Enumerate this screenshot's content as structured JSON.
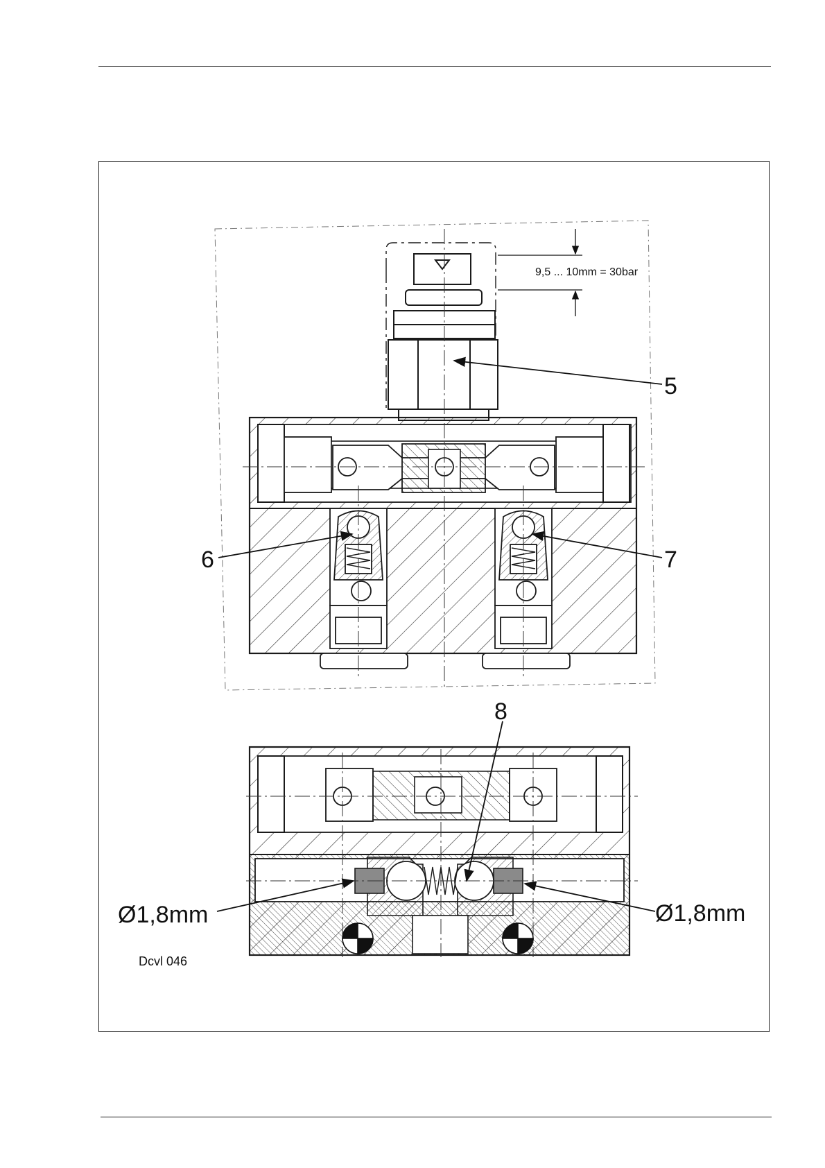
{
  "labels": {
    "dimension": "9,5 ... 10mm = 30bar",
    "item_5": "5",
    "item_6": "6",
    "item_7": "7",
    "item_8": "8",
    "orifice_left": "Ø1,8mm",
    "orifice_right": "Ø1,8mm",
    "drawing_ref": "Dcvl 046"
  },
  "colors": {
    "ink": "#1a1a1a",
    "hatch": "#2a2a2a",
    "orifice_fill": "#8a8a8a"
  }
}
